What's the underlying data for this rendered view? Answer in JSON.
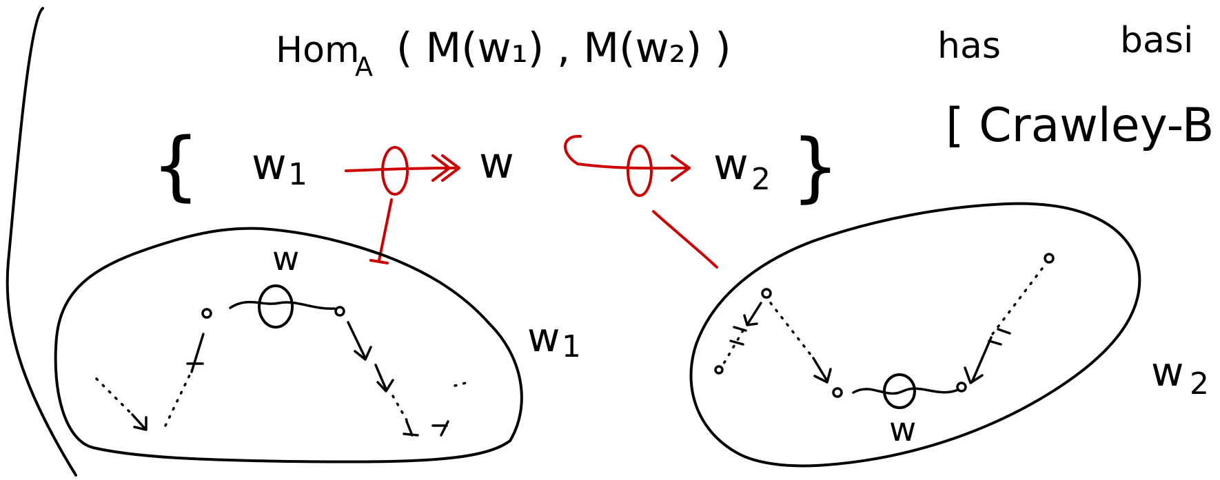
{
  "title": {
    "hom": "Hom",
    "hom_sub": "A",
    "hom_args": "( M(w₁) ,  M(w₂) )",
    "has": "has",
    "basis": "basi"
  },
  "citation": "[ Crawley-B",
  "set_bracket": {
    "open": "{",
    "w1": "w",
    "w1_sub": "1",
    "w": "w",
    "w2": "w",
    "w2_sub": "2",
    "close": "}"
  },
  "blob_left": {
    "top_label": "w",
    "side_label": "w",
    "side_label_sub": "1"
  },
  "blob_right": {
    "bottom_label": "w",
    "side_label": "w",
    "side_label_sub": "2"
  },
  "colors": {
    "ink": "#000000",
    "highlight": "#cc0000",
    "background": "#ffffff"
  }
}
